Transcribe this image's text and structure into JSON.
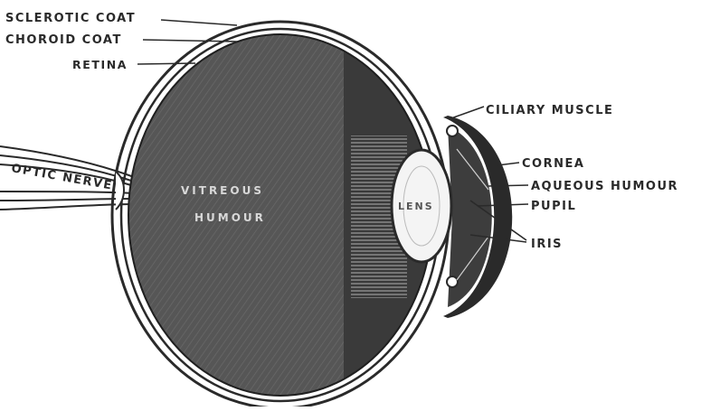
{
  "diagram": {
    "labels": {
      "sclerotic_coat": "SCLEROTIC COAT",
      "choroid_coat": "CHOROID COAT",
      "retina": "RETINA",
      "optic_nerve": "OPTIC NERVE",
      "ciliary_muscle": "CILIARY MUSCLE",
      "cornea": "CORNEA",
      "aqueous_humour": "AQUEOUS HUMOUR",
      "pupil": "PUPIL",
      "iris": "IRIS",
      "vitreous_line1": "VITREOUS",
      "vitreous_line2": "HUMOUR",
      "lens": "LENS"
    },
    "colors": {
      "ink": "#2a2a2a",
      "vitreous": "#565656",
      "anterior": "#3a3a3a",
      "lens": "#f4f4f4"
    }
  }
}
